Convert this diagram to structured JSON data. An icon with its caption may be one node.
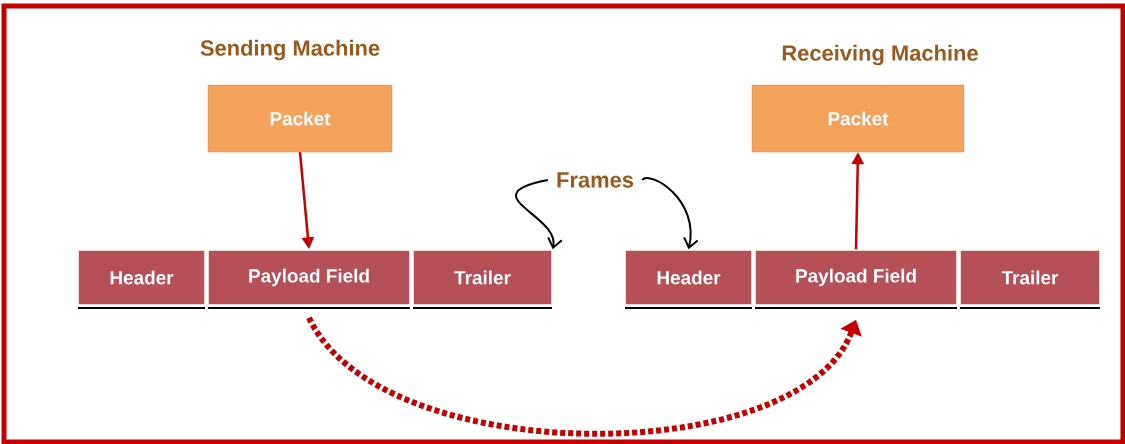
{
  "diagram": {
    "nodes": [
      {
        "text": [
          "Packet"
        ]
      },
      {
        "text": [
          "Packet"
        ]
      },
      {
        "text": [
          "Header"
        ]
      },
      {
        "text": [
          "Payload Field"
        ]
      },
      {
        "text": [
          "Trailer"
        ]
      },
      {
        "text": [
          "Header"
        ]
      },
      {
        "text": [
          "Payload Field"
        ]
      },
      {
        "text": [
          "Trailer"
        ]
      },
      {
        "text": [
          "Frames"
        ]
      }
    ],
    "edges": [
      {
        "from": 0,
        "to": 3,
        "arrow": "to"
      },
      {
        "from": 6,
        "to": 1,
        "arrow": "to"
      },
      {
        "from": 8,
        "to": 4,
        "arrow": "to",
        "color": "#000000"
      },
      {
        "from": 8,
        "to": 5,
        "arrow": "to",
        "color": "#000000"
      },
      {
        "from": 3,
        "to": 6,
        "arrow": "to",
        "style": "dashed"
      }
    ],
    "labels": [
      "Sending Machine",
      "Receiving Machine"
    ]
  }
}
